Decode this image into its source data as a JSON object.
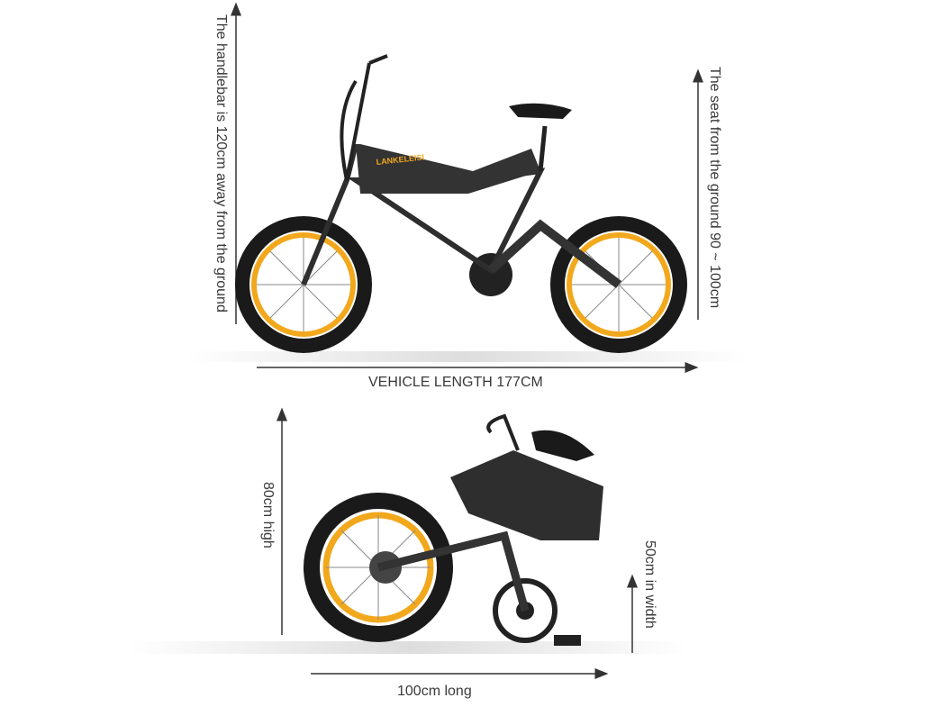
{
  "unfolded": {
    "handlebar_label": "The handlebar is 120cm away from the ground",
    "seat_label": "The seat from the ground 90 ~ 100cm",
    "length_label": "VEHICLE LENGTH 177CM",
    "brand_text": "LANKELEISI"
  },
  "folded": {
    "height_label": "80cm high",
    "width_label": "50cm in width",
    "length_label": "100cm long"
  },
  "colors": {
    "rim": "#f2a81d",
    "tire": "#1a1a1a",
    "frame": "#2e2e2e",
    "arrow": "#333333"
  }
}
